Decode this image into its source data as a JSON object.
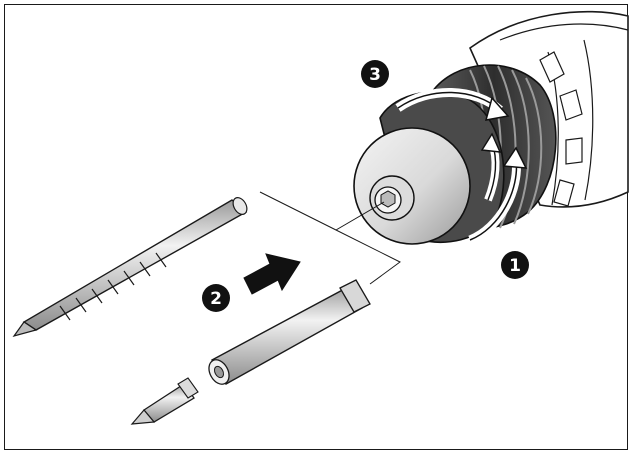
{
  "steps": {
    "open_chuck": {
      "number": "1"
    },
    "insert_tool": {
      "number": "2"
    },
    "close_chuck": {
      "number": "3"
    }
  },
  "colors": {
    "outline": "#1a1a1a",
    "metal_light": "#eeeeee",
    "metal_mid": "#c4c4c4",
    "metal_dark": "#8a8a8a",
    "collar": "#3a3a3a",
    "marker": "#111111"
  },
  "icons": [
    "rotation-arrow-icon",
    "insert-arrow-icon"
  ]
}
